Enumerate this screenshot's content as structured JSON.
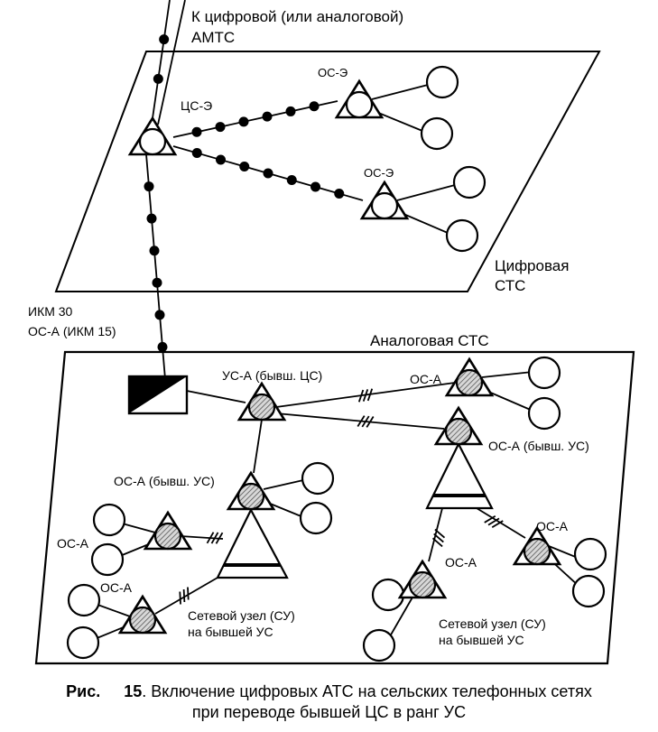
{
  "labels": {
    "to_amts_line1": "К цифровой (или аналоговой)",
    "to_amts_line2": "АМТС",
    "digital_hub": "ЦС-Э",
    "digital_os_1": "ОС-Э",
    "digital_os_2": "ОС-Э",
    "digital_network_line1": "Цифровая",
    "digital_network_line2": "СТС",
    "ikm30": "ИКМ 30",
    "os_a_ikm15": "ОС-А (ИКМ 15)",
    "analog_network": "Аналоговая СТС",
    "us_a_former_cs": "УС-А (бывш. ЦС)",
    "os_a_top_right": "ОС-А",
    "os_a_former_us_right": "ОС-А (бывш. УС)",
    "os_a_former_us_left": "ОС-А (бывш. УС)",
    "os_a_left": "ОС-А",
    "os_a_bottom_left": "ОС-А",
    "os_a_bottom_mid": "ОС-А",
    "os_a_bottom_right": "ОС-А",
    "network_node_left_line1": "Сетевой узел (СУ)",
    "network_node_left_line2": "на бывшей УС",
    "network_node_right_line1": "Сетевой узел (СУ)",
    "network_node_right_line2": "на бывшей УС"
  },
  "caption": {
    "figure_prefix": "Рис.",
    "figure_number": "15",
    "line1_text": ". Включение цифровых АТС на сельских телефонных сетях",
    "line2_text": "при переводе бывшей ЦС в ранг УС"
  },
  "legend_semantics": {
    "digital_link": "dotted line (digital PCM trunk)",
    "analog_link": "plain line",
    "multichannel_link": "line with triple slash",
    "digital_exchange": "triangle with empty circle",
    "analog_exchange": "triangle with hatched circle",
    "network_node": "large triangle with bar",
    "converter": "half-black square"
  },
  "colors": {
    "ink": "#000000",
    "paper": "#ffffff",
    "hatch": "#8a8a8a"
  }
}
